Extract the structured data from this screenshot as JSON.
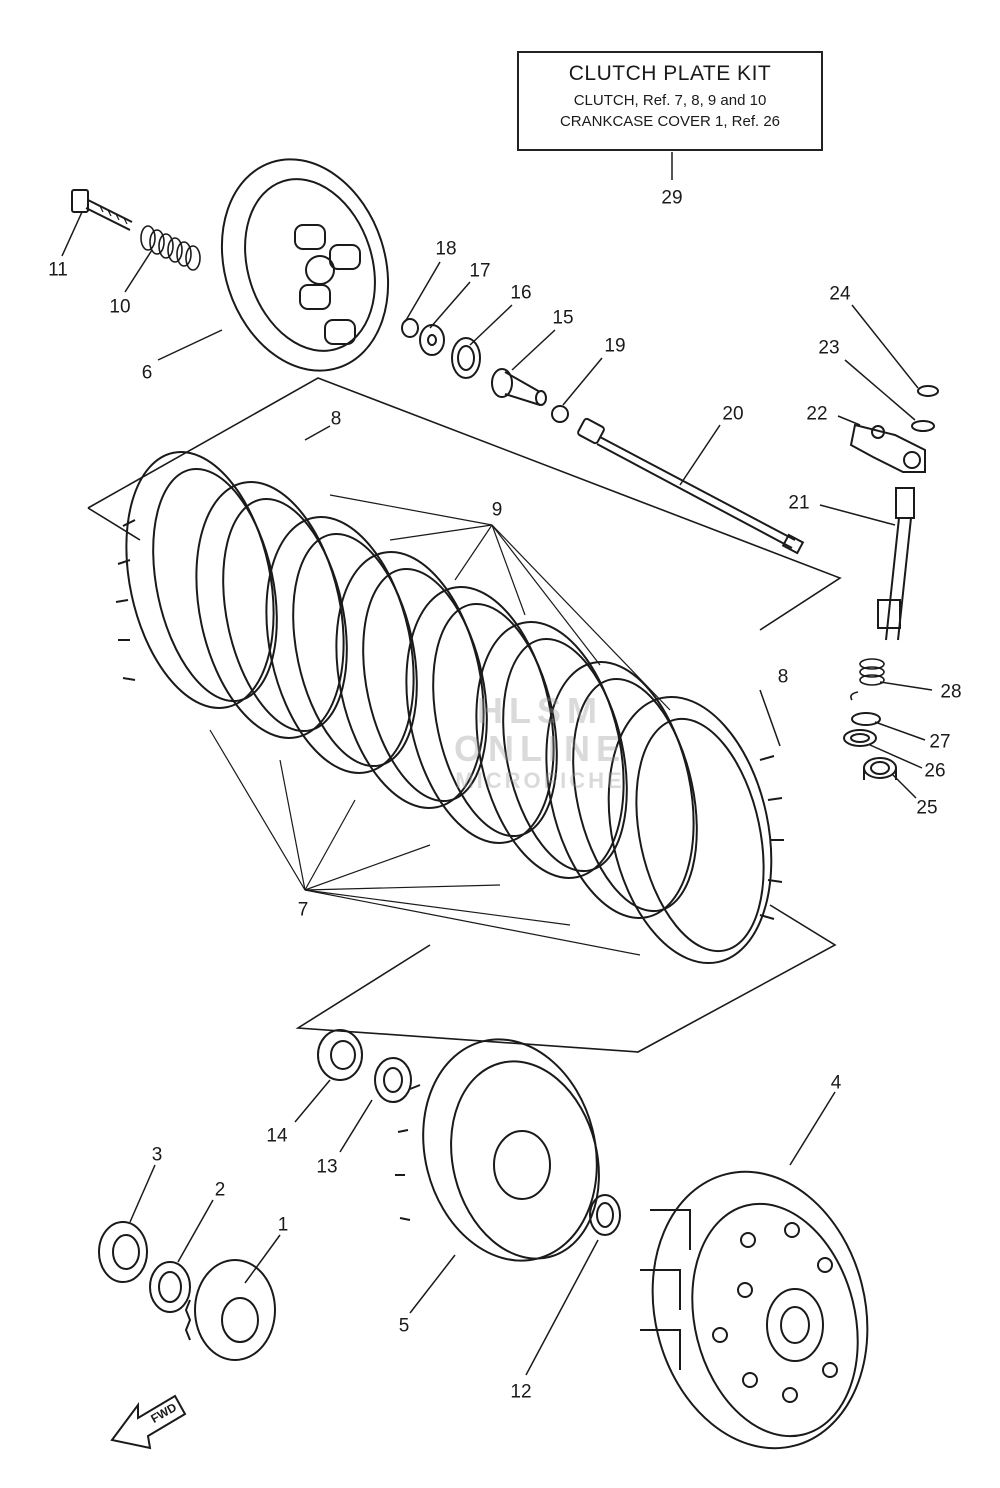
{
  "kit_box": {
    "title": "CLUTCH PLATE KIT",
    "line1": "CLUTCH, Ref. 7, 8, 9  and  10",
    "line2": "CRANKCASE COVER 1, Ref. 26"
  },
  "watermark": {
    "line1": "HLSM",
    "line2": "ONLINE",
    "line3": "MICROFICHE"
  },
  "fwd_label": "FWD",
  "callouts": {
    "c1": "1",
    "c2": "2",
    "c3": "3",
    "c4": "4",
    "c5": "5",
    "c6": "6",
    "c7": "7",
    "c8a": "8",
    "c8b": "8",
    "c9": "9",
    "c10": "10",
    "c11": "11",
    "c12": "12",
    "c13": "13",
    "c14": "14",
    "c15": "15",
    "c16": "16",
    "c17": "17",
    "c18": "18",
    "c19": "19",
    "c20": "20",
    "c21": "21",
    "c22": "22",
    "c23": "23",
    "c24": "24",
    "c25": "25",
    "c26": "26",
    "c27": "27",
    "c28": "28",
    "c29": "29"
  }
}
